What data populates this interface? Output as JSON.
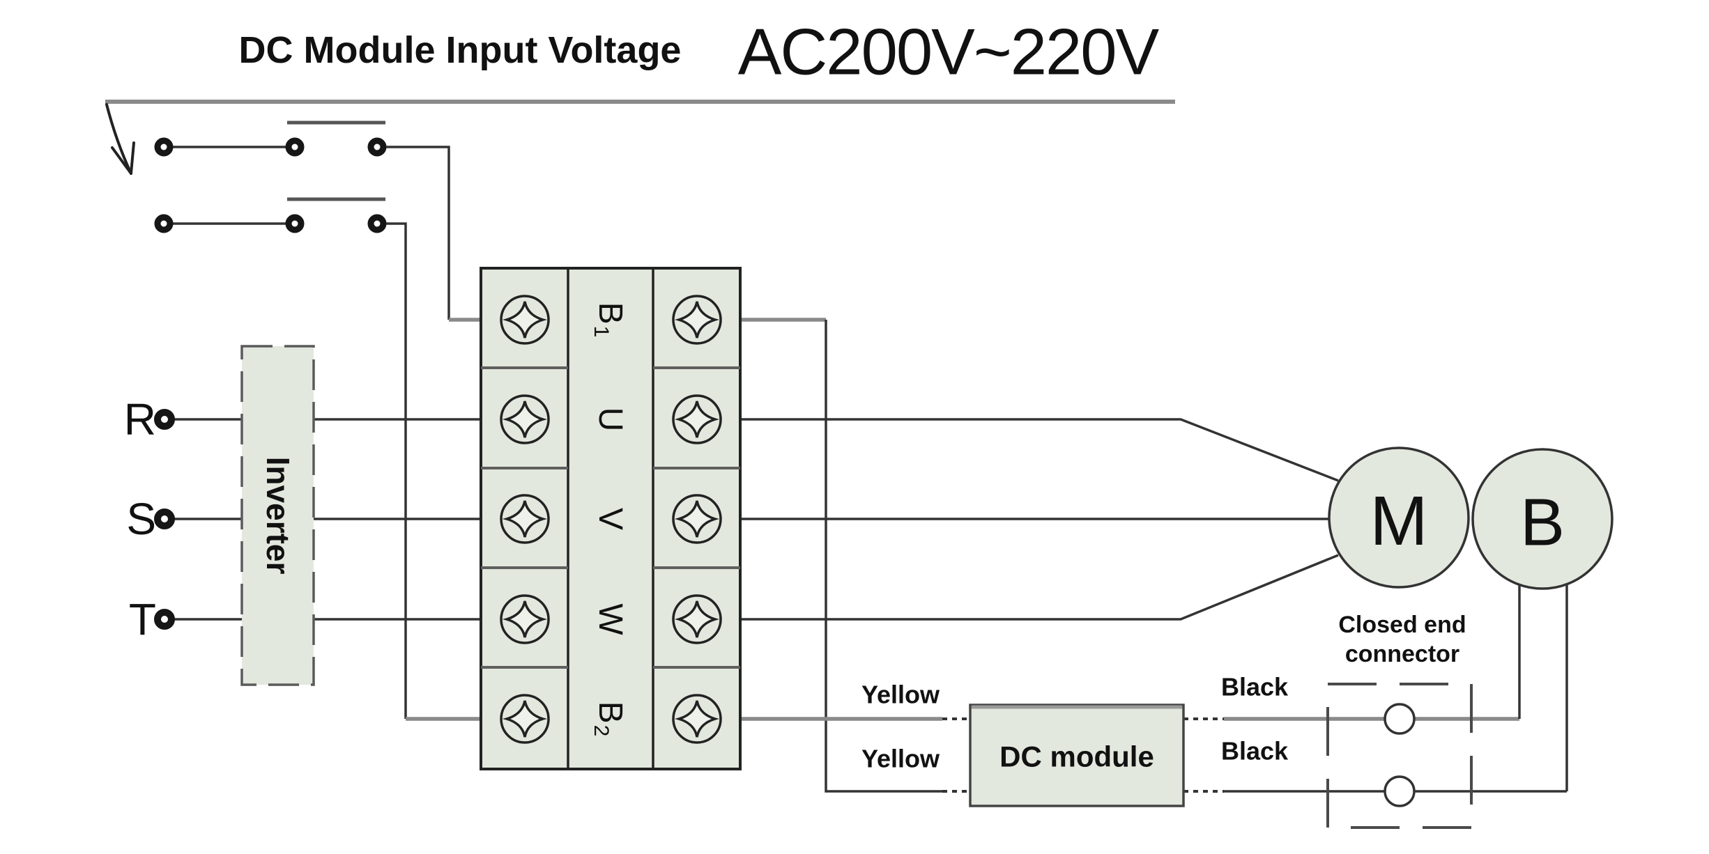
{
  "diagram": {
    "title": "DC Module Input Voltage",
    "voltage_label": "AC200V~220V",
    "inverter_label": "Inverter",
    "phase_labels": [
      "R",
      "S",
      "T"
    ],
    "terminal_labels": [
      {
        "main": "B",
        "sub": "1"
      },
      {
        "main": "U",
        "sub": ""
      },
      {
        "main": "V",
        "sub": ""
      },
      {
        "main": "W",
        "sub": ""
      },
      {
        "main": "B",
        "sub": "2"
      }
    ],
    "motor_label": "M",
    "brake_label": "B",
    "dc_module_label": "DC module",
    "closed_end_connector_line1": "Closed end",
    "closed_end_connector_line2": "connector",
    "wire_labels": {
      "yellow_top": "Yellow",
      "yellow_bottom": "Yellow",
      "black_top": "Black",
      "black_bottom": "Black"
    }
  },
  "colors": {
    "fill_green": "#e3e8de",
    "fill_light": "#eef2ea",
    "wire_dark": "#333333",
    "wire_gray": "#8a8a8a",
    "outline": "#222222",
    "divider": "#5f5f5f",
    "dash_border": "#4a4a4a",
    "text": "#111111"
  }
}
